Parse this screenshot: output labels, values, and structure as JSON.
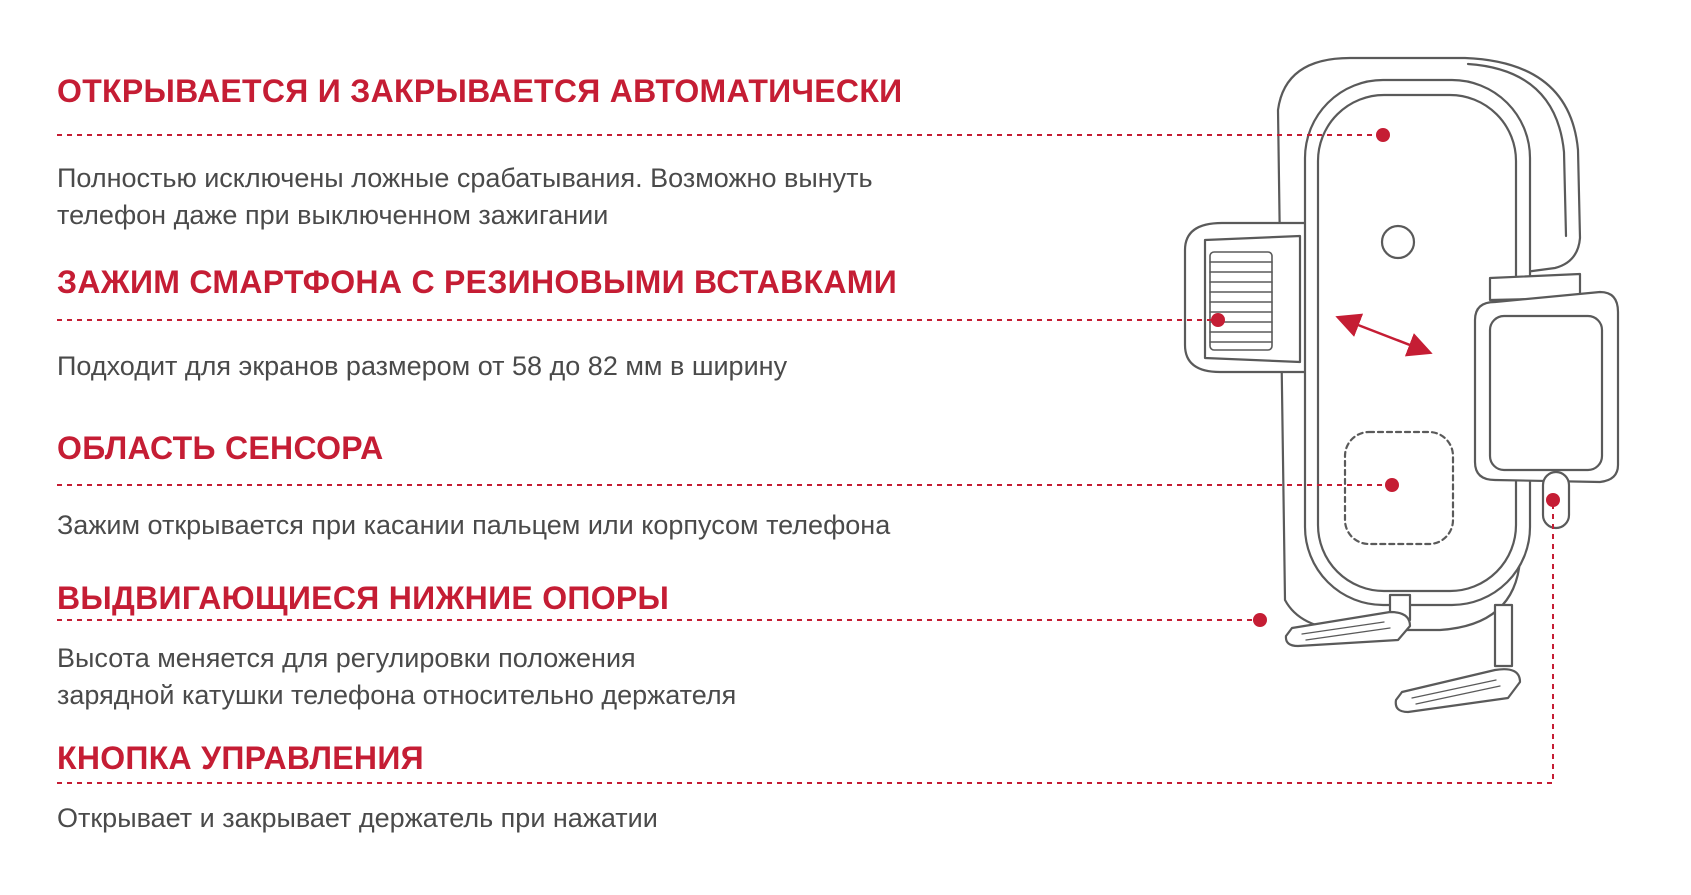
{
  "accent_color": "#c51d34",
  "text_color": "#4a4a4a",
  "outline_color": "#5a5a5a",
  "features": [
    {
      "title": "ОТКРЫВАЕТСЯ И ЗАКРЫВАЕТСЯ АВТОМАТИЧЕСКИ",
      "description": [
        "Полностью исключены ложные срабатывания. Возможно вынуть",
        "телефон даже при выключенном зажигании"
      ]
    },
    {
      "title": "ЗАЖИМ СМАРТФОНА С РЕЗИНОВЫМИ ВСТАВКАМИ",
      "description": [
        "Подходит для экранов размером от 58 до 82 мм в ширину"
      ]
    },
    {
      "title": "ОБЛАСТЬ СЕНСОРА",
      "description": [
        "Зажим открывается при касании пальцем или корпусом телефона"
      ]
    },
    {
      "title": "ВЫДВИГАЮЩИЕСЯ НИЖНИЕ ОПОРЫ",
      "description": [
        "Высота меняется для регулировки положения",
        "зарядной катушки телефона относительно держателя"
      ]
    },
    {
      "title": "КНОПКА УПРАВЛЕНИЯ",
      "description": [
        "Открывает и закрывает держатель при нажатии"
      ]
    }
  ],
  "illustration": {
    "icon": "car-phone-holder-icon"
  }
}
